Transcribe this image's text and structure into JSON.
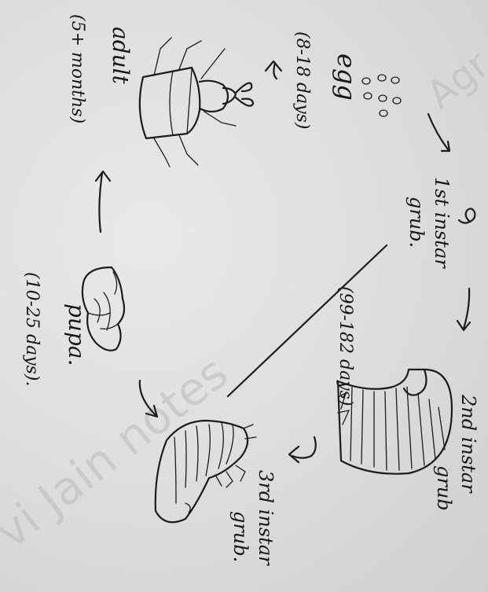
{
  "watermark_main": "vi Jain notes",
  "watermark_corner": "Agr",
  "stages": {
    "egg_label": "egg",
    "egg_duration": "(8-18 days)",
    "first_instar_line1": "1st instar",
    "first_instar_line2": "grub.",
    "second_instar_line1": "2nd instar",
    "second_instar_line2": "grub",
    "second_duration": "(99-182 days)",
    "third_instar_line1": "3rd instar",
    "third_instar_line2": "grub.",
    "pupa_label": "pupa.",
    "pupa_duration": "(10-25 days).",
    "adult_label": "adult",
    "adult_duration": "(5+ months)"
  }
}
